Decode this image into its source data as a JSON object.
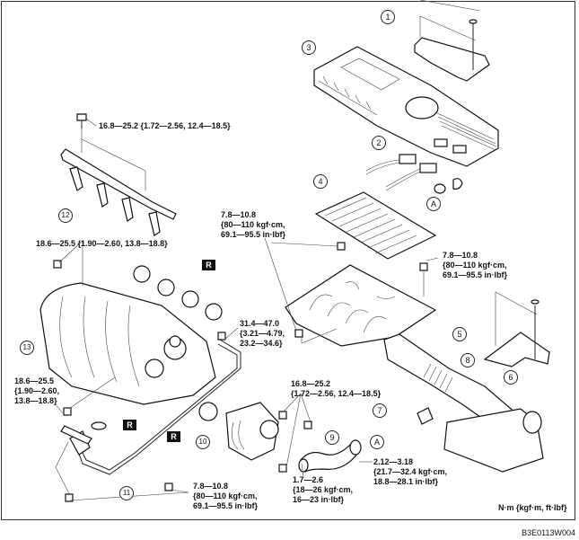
{
  "diagram": {
    "title": "Intake-air system exploded view",
    "units_note": "N·m {kgf·m, ft·lbf}",
    "reference_code": "B3E0113W004",
    "callouts": [
      "1",
      "2",
      "3",
      "4",
      "5",
      "6",
      "7",
      "8",
      "9",
      "10",
      "11",
      "12",
      "13"
    ],
    "connector_marks": [
      "A",
      "A"
    ],
    "replace_mark": "R",
    "torque_specs": {
      "fuel_rail_bolt": [
        "16.8—25.2 {1.72—2.56, 12.4—18.5}"
      ],
      "manifold_top_bolt": [
        "18.6—25.5 {1.90—2.60, 13.8—18.8}"
      ],
      "manifold_bottom_bolt": [
        "18.6—25.5",
        "{1.90—2.60,",
        "13.8—18.8}"
      ],
      "air_cleaner_left": [
        "7.8—10.8",
        "{80—110 kgf·cm,",
        "69.1—95.5 in·lbf}"
      ],
      "air_cleaner_right": [
        "7.8—10.8",
        "{80—110 kgf·cm,",
        "69.1—95.5 in·lbf}"
      ],
      "pipe_nut": [
        "31.4—47.0",
        "{3.21—4.79,",
        "23.2—34.6}"
      ],
      "throttle_body_bolts": [
        "16.8—25.2",
        "{1.72—2.56, 12.4—18.5}"
      ],
      "hose_clamp_small": [
        "1.7—2.6",
        "{18—26 kgf·cm,",
        "16—23 in·lbf}"
      ],
      "hose_clamp_large": [
        "2.12—3.18",
        "{21.7—32.4 kgf·cm,",
        "18.8—28.1 in·lbf}"
      ],
      "pipe_bracket_bolt": [
        "7.8—10.8",
        "{80—110 kgf·cm,",
        "69.1—95.5 in·lbf}"
      ]
    }
  }
}
